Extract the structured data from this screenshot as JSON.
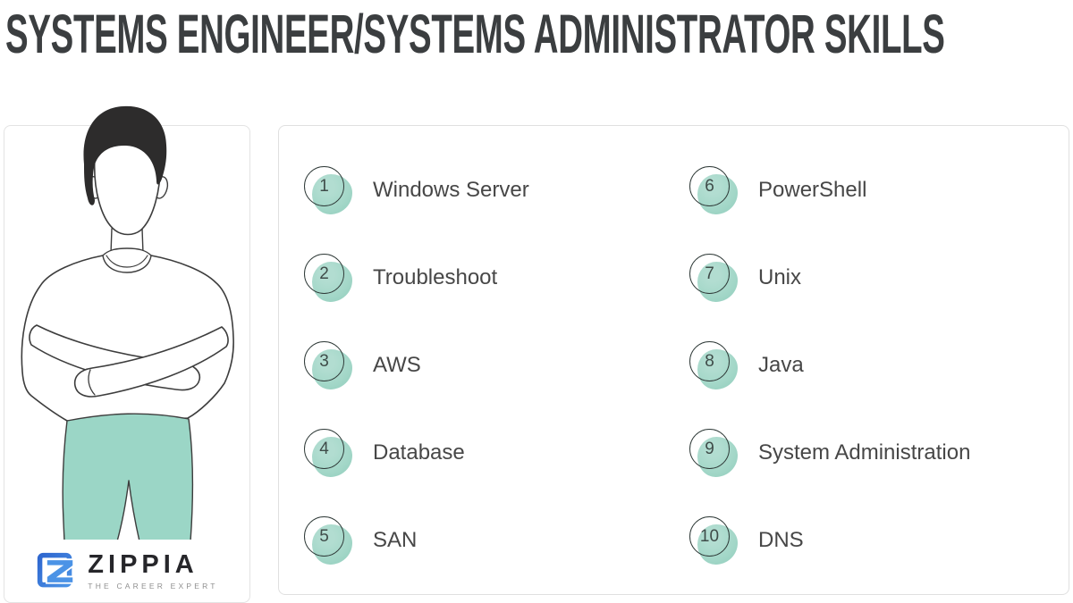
{
  "title": "SYSTEMS ENGINEER/SYSTEMS ADMINISTRATOR SKILLS",
  "skills": [
    {
      "number": "1",
      "label": "Windows Server"
    },
    {
      "number": "2",
      "label": "Troubleshoot"
    },
    {
      "number": "3",
      "label": "AWS"
    },
    {
      "number": "4",
      "label": "Database"
    },
    {
      "number": "5",
      "label": "SAN"
    },
    {
      "number": "6",
      "label": "PowerShell"
    },
    {
      "number": "7",
      "label": "Unix"
    },
    {
      "number": "8",
      "label": "Java"
    },
    {
      "number": "9",
      "label": "System Administration"
    },
    {
      "number": "10",
      "label": "DNS"
    }
  ],
  "logo": {
    "brand": "ZIPPIA",
    "tagline": "THE CAREER EXPERT"
  },
  "illustration": "man-arms-crossed",
  "colors": {
    "title_text": "#3b3e40",
    "skill_text": "#474747",
    "badge_teal": "#a3d7c8",
    "badge_ring": "#2f3a38",
    "pants_teal": "#9bd6c6",
    "outline": "#3d3d3d",
    "logo_blue_dark": "#2e66cf",
    "logo_blue_light": "#4b93e6",
    "card_border": "#e0e0e0"
  }
}
